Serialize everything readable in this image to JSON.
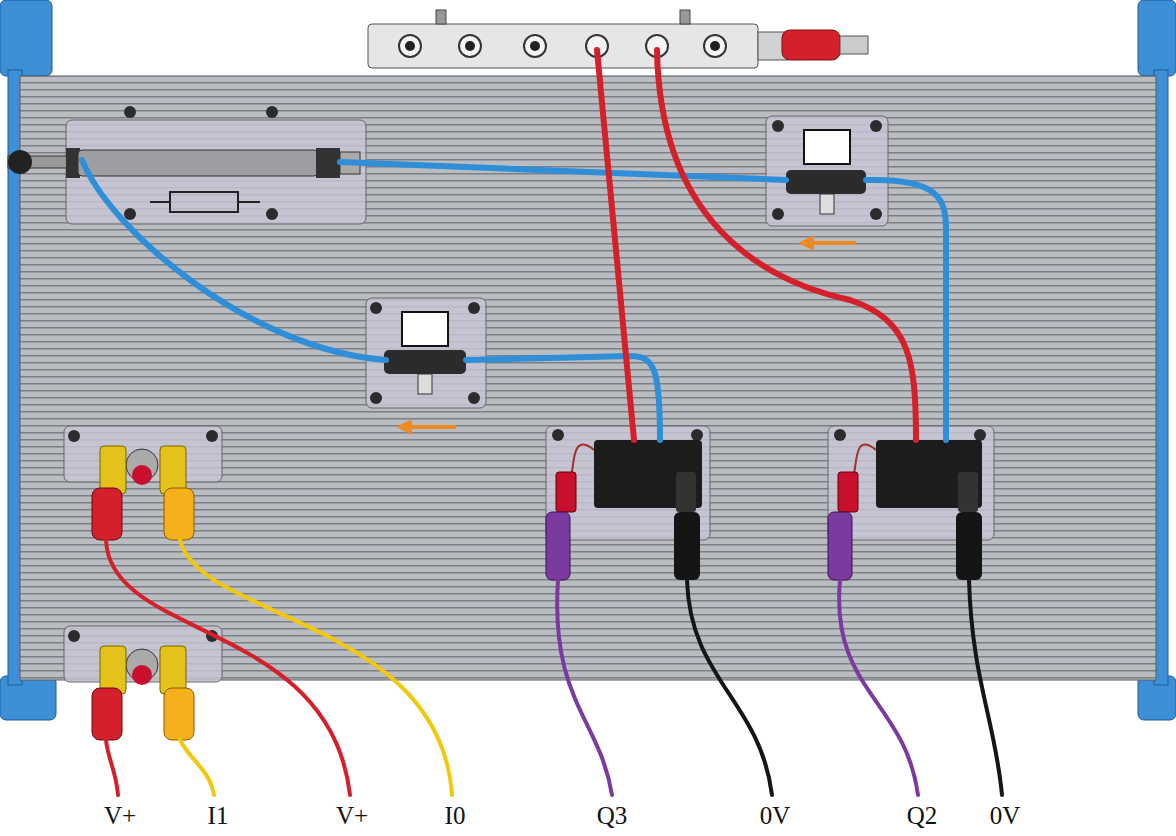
{
  "diagram": {
    "labels": [
      "V+",
      "I1",
      "V+",
      "I0",
      "Q3",
      "0V",
      "Q2",
      "0V"
    ]
  }
}
